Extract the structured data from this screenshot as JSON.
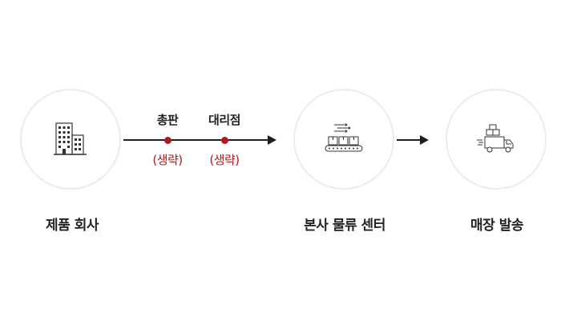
{
  "nodes": [
    {
      "label": "제품 회사",
      "icon": "building-icon"
    },
    {
      "label": "본사 물류 센터",
      "icon": "conveyor-belt-icon"
    },
    {
      "label": "매장 발송",
      "icon": "delivery-truck-icon"
    }
  ],
  "stops": [
    {
      "name": "총판",
      "note": "(생략)"
    },
    {
      "name": "대리점",
      "note": "(생략)"
    }
  ],
  "colors": {
    "accent": "#b0191e",
    "line": "#1f1f1f",
    "circle_border": "#ececec"
  }
}
